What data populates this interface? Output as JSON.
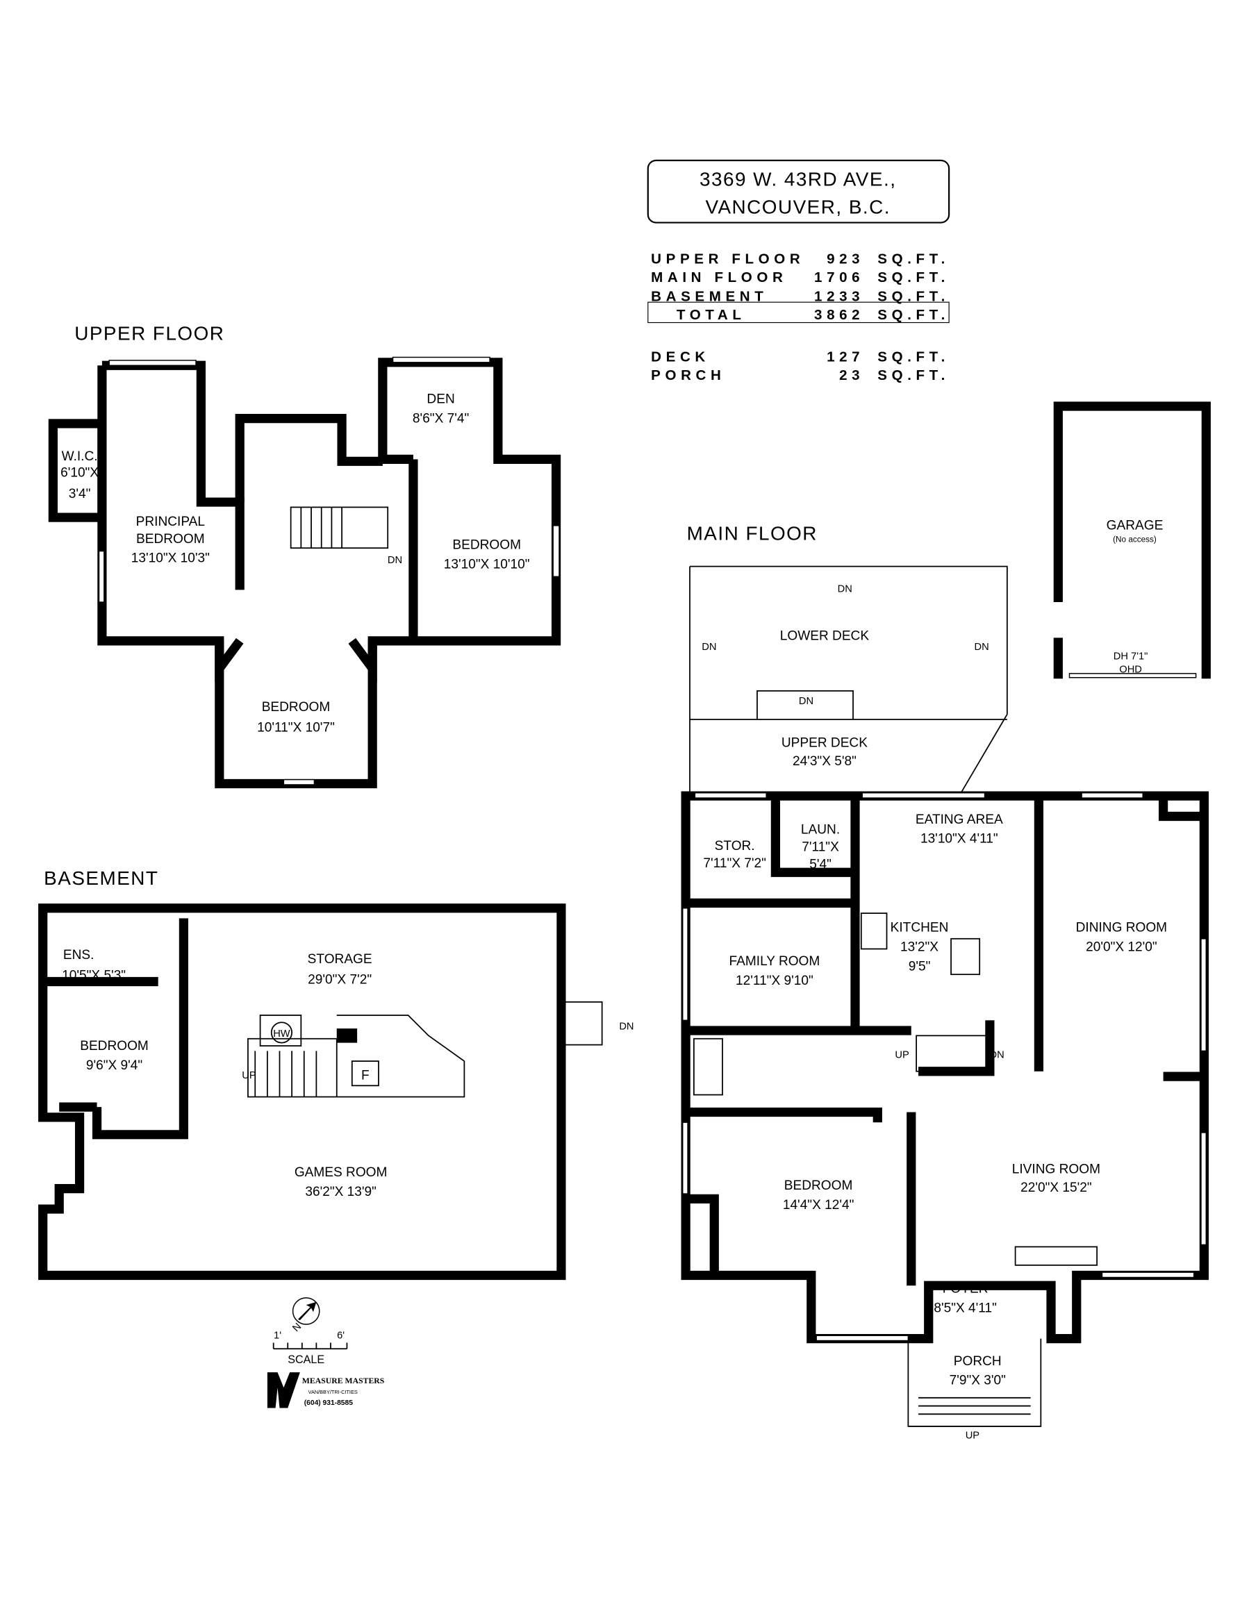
{
  "address": {
    "line1": "3369 W. 43RD AVE.,",
    "line2": "VANCOUVER, B.C."
  },
  "areas": [
    {
      "label": "UPPER FLOOR",
      "value": "923",
      "unit": "SQ.FT."
    },
    {
      "label": "MAIN FLOOR",
      "value": "1706",
      "unit": "SQ.FT."
    },
    {
      "label": "BASEMENT",
      "value": "1233",
      "unit": "SQ.FT."
    },
    {
      "label": "TOTAL",
      "value": "3862",
      "unit": "SQ.FT."
    },
    {
      "label": "DECK",
      "value": "127",
      "unit": "SQ.FT."
    },
    {
      "label": "PORCH",
      "value": "23",
      "unit": "SQ.FT."
    }
  ],
  "floors": {
    "upper": "UPPER FLOOR",
    "main": "MAIN FLOOR",
    "basement": "BASEMENT"
  },
  "upper": {
    "wic": {
      "name": "W.I.C.",
      "dim1": "6'10\"X",
      "dim2": "3'4\""
    },
    "principal": {
      "name1": "PRINCIPAL",
      "name2": "BEDROOM",
      "dim": "13'10\"X 10'3\""
    },
    "den": {
      "name": "DEN",
      "dim": "8'6\"X 7'4\""
    },
    "bedroom_right": {
      "name": "BEDROOM",
      "dim": "13'10\"X 10'10\""
    },
    "bedroom_lower": {
      "name": "BEDROOM",
      "dim": "10'11\"X 10'7\""
    },
    "dn": "DN"
  },
  "basement": {
    "ens": {
      "name": "ENS.",
      "dim": "10'5\"X 5'3\""
    },
    "storage": {
      "name": "STORAGE",
      "dim": "29'0\"X 7'2\""
    },
    "bedroom": {
      "name": "BEDROOM",
      "dim": "9'6\"X 9'4\""
    },
    "games": {
      "name": "GAMES ROOM",
      "dim": "36'2\"X 13'9\""
    },
    "hw": "HW",
    "f": "F",
    "up": "UP",
    "dn": "DN"
  },
  "main": {
    "lower_deck": "LOWER DECK",
    "upper_deck": {
      "name": "UPPER DECK",
      "dim": "24'3\"X 5'8\""
    },
    "stor": {
      "name": "STOR.",
      "dim": "7'11\"X 7'2\""
    },
    "laun": {
      "name": "LAUN.",
      "dim1": "7'11\"X",
      "dim2": "5'4\""
    },
    "eating": {
      "name": "EATING AREA",
      "dim": "13'10\"X 4'11\""
    },
    "kitchen": {
      "name": "KITCHEN",
      "dim1": "13'2\"X",
      "dim2": "9'5\""
    },
    "family": {
      "name": "FAMILY ROOM",
      "dim": "12'11\"X 9'10\""
    },
    "dining": {
      "name": "DINING ROOM",
      "dim": "20'0\"X 12'0\""
    },
    "living": {
      "name": "LIVING ROOM",
      "dim": "22'0\"X 15'2\""
    },
    "bedroom": {
      "name": "BEDROOM",
      "dim": "14'4\"X 12'4\""
    },
    "foyer": {
      "name": "FOYER",
      "dim": "8'5\"X 4'11\""
    },
    "porch": {
      "name": "PORCH",
      "dim": "7'9\"X 3'0\""
    },
    "dn": "DN",
    "up": "UP"
  },
  "garage": {
    "name": "GARAGE",
    "note": "(No access)",
    "door": "DH 7'1\"",
    "ohd": "OHD"
  },
  "legend": {
    "scale_1": "1'",
    "scale_6": "6'",
    "scale": "SCALE",
    "north": "N",
    "company": "MEASURE MASTERS",
    "areas": "VAN/BBY/TRI-CITIES",
    "phone": "(604) 931-8585"
  }
}
